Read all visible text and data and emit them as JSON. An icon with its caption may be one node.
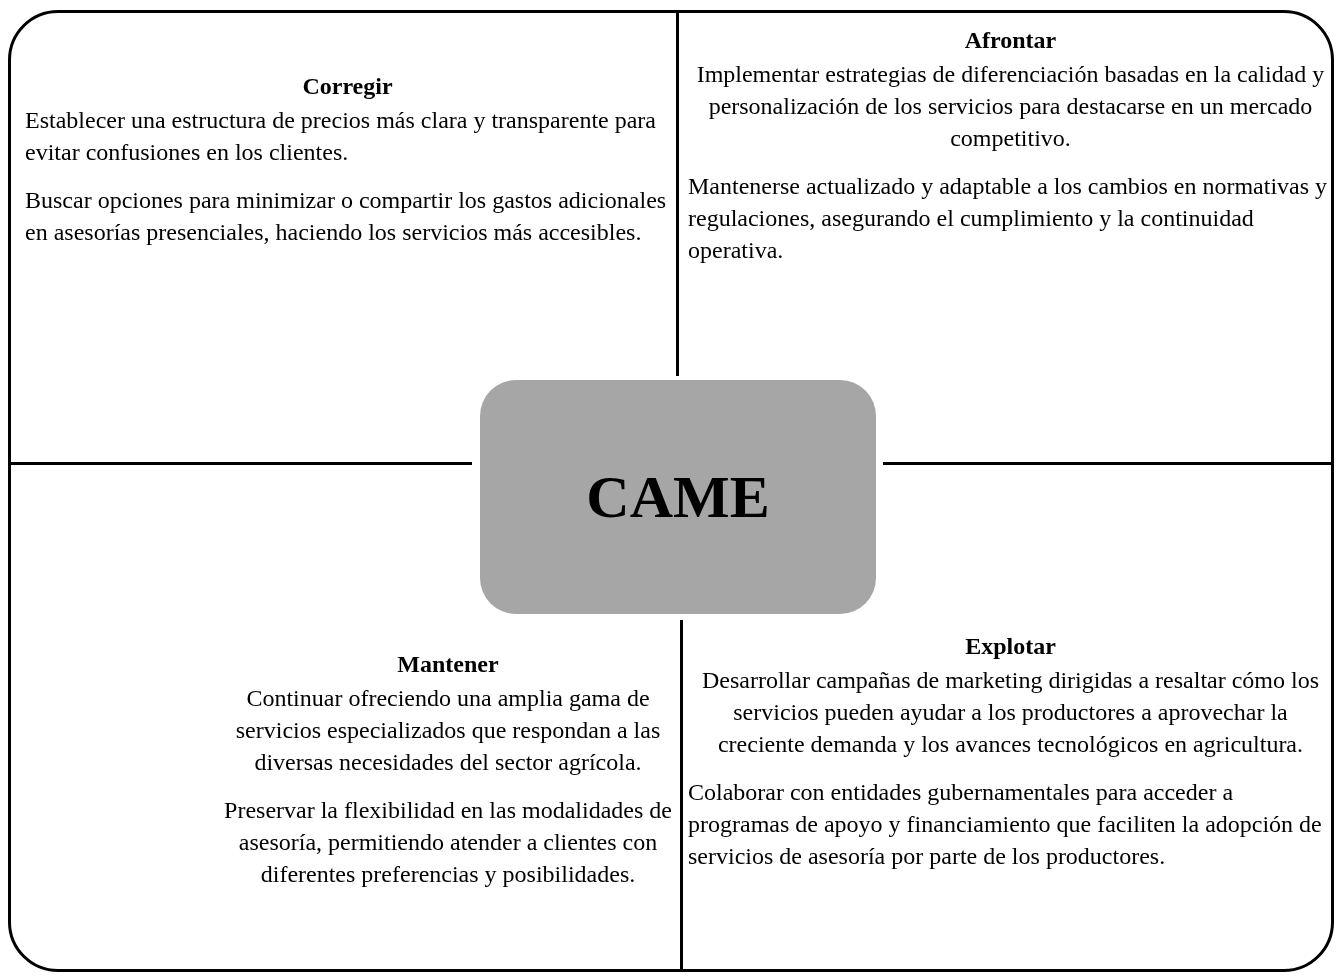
{
  "diagram": {
    "nodes": [
      {
        "text": [
          "Corregir",
          "Establecer una estructura de precios más clara y transparente para evitar confusiones en los clientes.",
          "Buscar opciones para minimizar o compartir los gastos adicionales en asesorías presenciales, haciendo los servicios más accesibles."
        ]
      },
      {
        "text": [
          "Afrontar",
          "Implementar estrategias de diferenciación basadas en la calidad y personalización de los servicios para destacarse en un mercado competitivo.",
          "Mantenerse actualizado y adaptable a los cambios en normativas y regulaciones, asegurando el cumplimiento y la continuidad operativa."
        ]
      },
      {
        "text": [
          "CAME"
        ]
      },
      {
        "text": [
          "Mantener",
          "Continuar ofreciendo una amplia gama de servicios especializados que respondan a las diversas necesidades del sector agrícola.",
          "Preservar la flexibilidad en las modalidades de asesoría, permitiendo atender a clientes con diferentes preferencias y posibilidades."
        ]
      },
      {
        "text": [
          "Explotar",
          "Desarrollar campañas de marketing dirigidas a resaltar cómo los servicios pueden ayudar a los productores a aprovechar la creciente demanda y los avances tecnológicos en agricultura.",
          "Colaborar con entidades gubernamentales para acceder a programas de apoyo y financiamiento que faciliten la adopción de servicios de asesoría por parte de los productores."
        ]
      }
    ]
  }
}
